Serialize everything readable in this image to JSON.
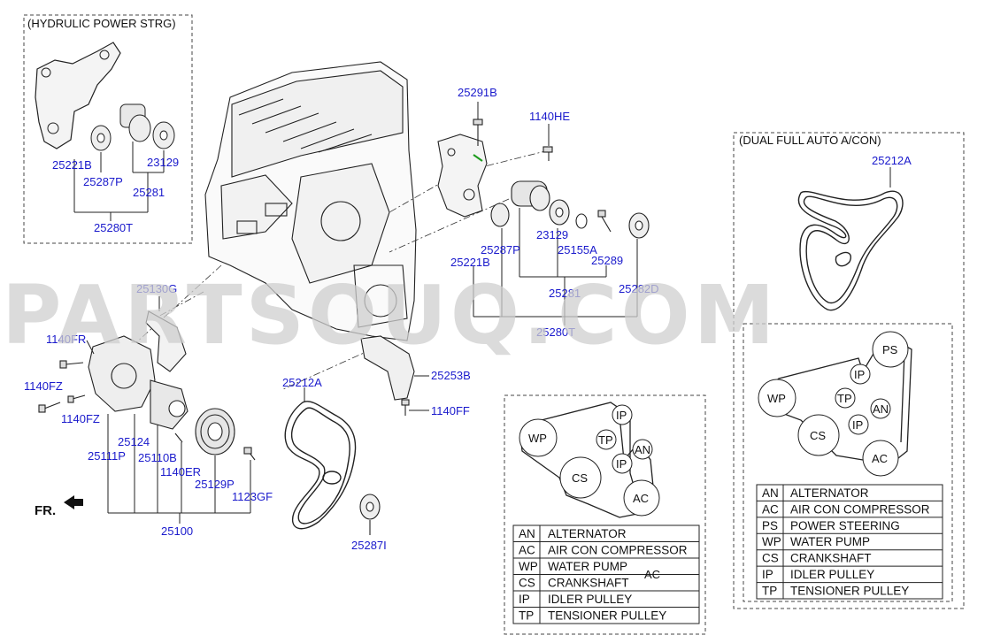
{
  "boxes": {
    "hydraulic": "(HYDRULIC POWER STRG)",
    "dual_ac": "(DUAL FULL AUTO A/CON)"
  },
  "watermark": "PARTSOUQ.COM",
  "front_marker": "FR.",
  "parts": {
    "p25221B_a": "25221B",
    "p25287P_a": "25287P",
    "p23129_a": "23129",
    "p25281_a": "25281",
    "p25280T_a": "25280T",
    "p25291B": "25291B",
    "p1140HE": "1140HE",
    "p25287P_b": "25287P",
    "p25221B_b": "25221B",
    "p23129_b": "23129",
    "p25155A": "25155A",
    "p25289": "25289",
    "p25281_b": "25281",
    "p25282D": "25282D",
    "p25280T_b": "25280T",
    "p25212A_a": "25212A",
    "p25130G": "25130G",
    "p1140FR": "1140FR",
    "p1140FZ_a": "1140FZ",
    "p1140FZ_b": "1140FZ",
    "p25124": "25124",
    "p25111P": "25111P",
    "p25110B": "25110B",
    "p1140ER": "1140ER",
    "p25129P": "25129P",
    "p1123GF": "1123GF",
    "p25100": "25100",
    "p25253B": "25253B",
    "p1140FF": "1140FF",
    "p25212A_b": "25212A",
    "p25287I": "25287I"
  },
  "routing_mid": {
    "pulleys": {
      "ip1": "IP",
      "wp": "WP",
      "tp": "TP",
      "an": "AN",
      "ip2": "IP",
      "cs": "CS",
      "ac": "AC"
    },
    "stray": "AC",
    "legend": [
      {
        "code": "AN",
        "name": "ALTERNATOR"
      },
      {
        "code": "AC",
        "name": "AIR CON COMPRESSOR"
      },
      {
        "code": "WP",
        "name": "WATER PUMP"
      },
      {
        "code": "CS",
        "name": "CRANKSHAFT"
      },
      {
        "code": "IP",
        "name": "IDLER PULLEY"
      },
      {
        "code": "TP",
        "name": "TENSIONER PULLEY"
      }
    ]
  },
  "routing_right": {
    "pulleys": {
      "ps": "PS",
      "ip1": "IP",
      "wp": "WP",
      "tp": "TP",
      "an": "AN",
      "cs": "CS",
      "ip2": "IP",
      "ac": "AC"
    },
    "legend": [
      {
        "code": "AN",
        "name": "ALTERNATOR"
      },
      {
        "code": "AC",
        "name": "AIR CON COMPRESSOR"
      },
      {
        "code": "PS",
        "name": "POWER STEERING"
      },
      {
        "code": "WP",
        "name": "WATER PUMP"
      },
      {
        "code": "CS",
        "name": "CRANKSHAFT"
      },
      {
        "code": "IP",
        "name": "IDLER PULLEY"
      },
      {
        "code": "TP",
        "name": "TENSIONER PULLEY"
      }
    ]
  }
}
